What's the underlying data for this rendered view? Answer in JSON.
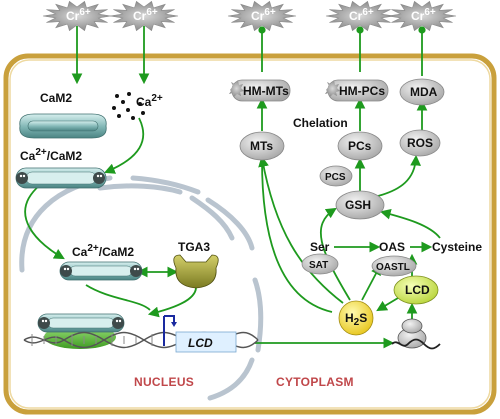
{
  "diagram": {
    "cr_label": "Cr",
    "cr_charge": "6+",
    "cam2": "CaM2",
    "ca2": "Ca",
    "ca2_charge": "2+",
    "ca_cam2_prefix": "Ca",
    "ca_cam2_charge": "2+",
    "ca_cam2_suffix": "/CaM2",
    "tga3": "TGA3",
    "lcd_gene": "LCD",
    "nucleus": "NUCLEUS",
    "cytoplasm": "CYTOPLASM",
    "hm_mts": "HM-MTs",
    "hm_pcs": "HM-PCs",
    "mda": "MDA",
    "chelation": "Chelation",
    "mts": "MTs",
    "pcs": "PCs",
    "ros": "ROS",
    "pcs_enzyme": "PCS",
    "gsh": "GSH",
    "ser": "Ser",
    "oas": "OAS",
    "cysteine": "Cysteine",
    "sat": "SAT",
    "oastl": "OASTL",
    "lcd_protein": "LCD",
    "h2s_h": "H",
    "h2s_sub": "2",
    "h2s_s": "S"
  },
  "colors": {
    "arrow": "#1e9a1e",
    "cell_border": "#c9a03c",
    "nucleus_border": "#b9c4cf",
    "region_text": "#c0474a",
    "protein": "#8dbfbe",
    "tga3": "#8a8a2a",
    "dna_bound": "#63c43c",
    "lcd_gene": "#dff0ff",
    "lcd_protein": "#d9ee5a",
    "h2s": "#f3e63d",
    "node": "#c8c8c8"
  }
}
